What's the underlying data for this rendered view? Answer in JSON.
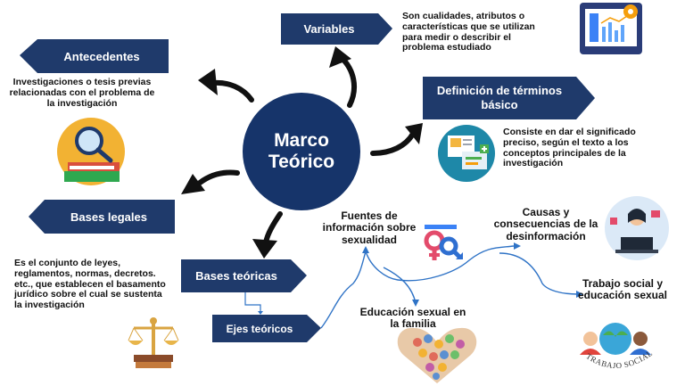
{
  "center": {
    "line1": "Marco",
    "line2": "Teórico"
  },
  "branches": {
    "antecedentes": {
      "label": "Antecedentes",
      "desc": "Investigaciones o tesis previas relacionadas con el problema de la investigación"
    },
    "variables": {
      "label": "Variables",
      "desc": "Son cualidades, atributos o características que se utilizan para medir o describir el problema estudiado"
    },
    "definicion": {
      "label_line1": "Definición de términos",
      "label_line2": "básico",
      "desc": "Consiste en dar el significado preciso, según el texto a los conceptos principales de la investigación"
    },
    "bases_legales": {
      "label": "Bases legales",
      "desc": "Es el conjunto de leyes, reglamentos, normas, decretos. etc., que establecen el basamento jurídico sobre el cual se sustenta la investigación"
    },
    "bases_teoricas": {
      "label": "Bases teóricas"
    },
    "ejes_teoricos": {
      "label": "Ejes teóricos"
    }
  },
  "ejes": {
    "fuentes": "Fuentes de información sobre sexualidad",
    "causas": "Causas y consecuencias de la desinformación",
    "educacion": "Educación sexual en la familia",
    "trabajo": "Trabajo social y educación sexual",
    "logo_text": "TRABAJO SOCIAL"
  },
  "colors": {
    "navy": "#1f3a6b",
    "center": "#16346a",
    "connector": "#2f73c6"
  },
  "icons": [
    "presentation-icon",
    "search-book-icon",
    "definition-icon",
    "scales-icon",
    "gender-symbols-icon",
    "laptop-user-icon",
    "family-heart-icon",
    "social-work-logo-icon"
  ]
}
